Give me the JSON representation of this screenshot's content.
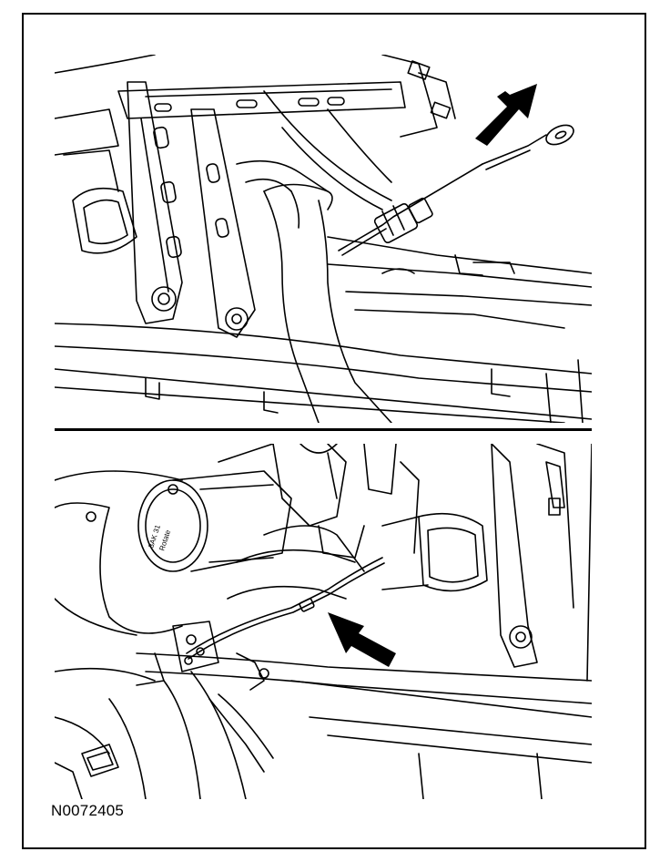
{
  "figure": {
    "id_label": "N0072405"
  },
  "bottom_panel": {
    "part_label_line1": "3AK 31",
    "part_label_line2": "Rotate"
  },
  "colors": {
    "line": "#000000",
    "background": "#ffffff"
  }
}
